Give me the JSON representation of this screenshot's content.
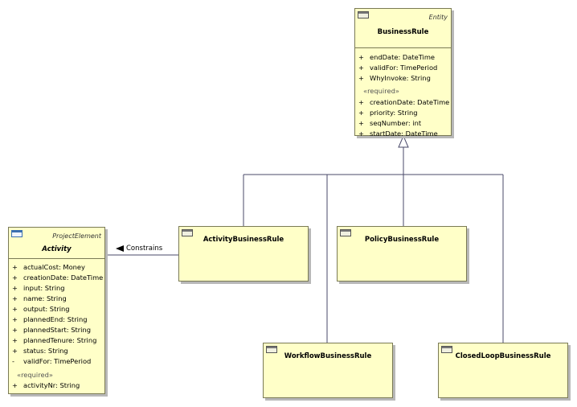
{
  "business_rule": {
    "stereotype": "Entity",
    "name": "BusinessRule",
    "attributes": [
      {
        "vis": "+",
        "text": "endDate: DateTime"
      },
      {
        "vis": "+",
        "text": "validFor: TimePeriod"
      },
      {
        "vis": "+",
        "text": "WhyInvoke: String"
      }
    ],
    "required_label": "«required»",
    "required": [
      {
        "vis": "+",
        "text": "creationDate: DateTime"
      },
      {
        "vis": "+",
        "text": "priority: String"
      },
      {
        "vis": "+",
        "text": "seqNumber: int"
      },
      {
        "vis": "+",
        "text": "startDate: DateTime"
      }
    ]
  },
  "activity": {
    "stereotype": "ProjectElement",
    "name": "Activity",
    "attributes": [
      {
        "vis": "+",
        "text": "actualCost: Money"
      },
      {
        "vis": "+",
        "text": "creationDate: DateTime"
      },
      {
        "vis": "+",
        "text": "input: String"
      },
      {
        "vis": "+",
        "text": "name: String"
      },
      {
        "vis": "+",
        "text": "output: String"
      },
      {
        "vis": "+",
        "text": "plannedEnd: String"
      },
      {
        "vis": "+",
        "text": "plannedStart: String"
      },
      {
        "vis": "+",
        "text": "plannedTenure: String"
      },
      {
        "vis": "+",
        "text": "status: String"
      },
      {
        "vis": "-",
        "text": "validFor: TimePeriod"
      }
    ],
    "required_label": "«required»",
    "required": [
      {
        "vis": "+",
        "text": "activityNr: String"
      }
    ]
  },
  "activity_business_rule": {
    "name": "ActivityBusinessRule"
  },
  "policy_business_rule": {
    "name": "PolicyBusinessRule"
  },
  "workflow_business_rule": {
    "name": "WorkflowBusinessRule"
  },
  "closed_loop_business_rule": {
    "name": "ClosedLoopBusinessRule"
  },
  "association": {
    "label": "Constrains"
  }
}
